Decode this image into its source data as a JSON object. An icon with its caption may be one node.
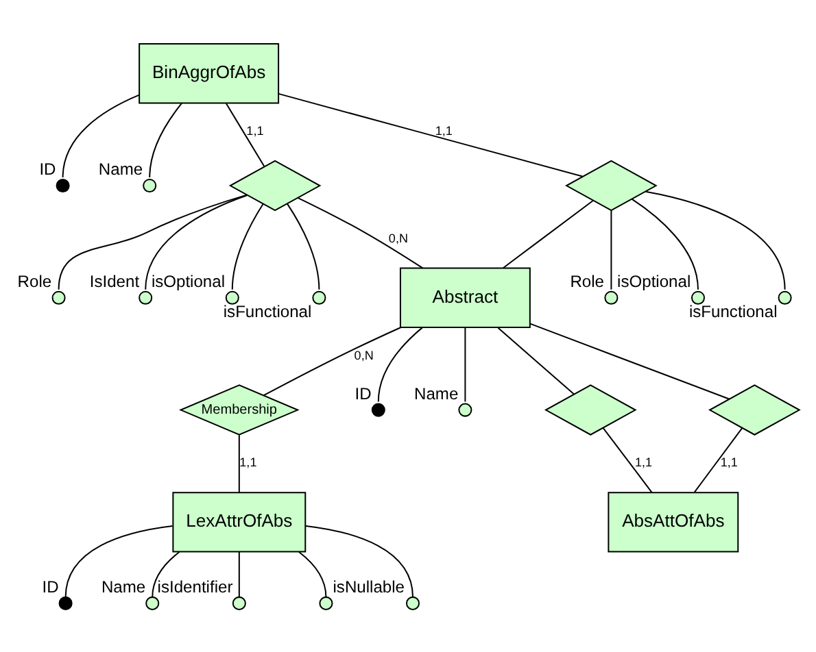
{
  "diagram": {
    "nodes": [
      {
        "text": [
          "BinAggrOfAbs"
        ]
      },
      {
        "text": [],
        "shape": "dot",
        "beside": [
          "ID"
        ]
      },
      {
        "text": [],
        "shape": "circle",
        "beside": [
          "Name"
        ]
      },
      {
        "text": [],
        "shape": "diamond"
      },
      {
        "text": [],
        "shape": "circle",
        "beside": [
          "Role"
        ]
      },
      {
        "text": [],
        "shape": "circle",
        "beside": [
          "IsIdent"
        ]
      },
      {
        "text": [],
        "shape": "circle",
        "beside": [
          "isOptional"
        ]
      },
      {
        "text": [],
        "shape": "circle",
        "beside": [
          "isFunctional"
        ]
      },
      {
        "text": [],
        "shape": "diamond"
      },
      {
        "text": [],
        "shape": "circle",
        "beside": [
          "Role"
        ]
      },
      {
        "text": [],
        "shape": "circle",
        "beside": [
          "isOptional"
        ]
      },
      {
        "text": [],
        "shape": "circle",
        "beside": [
          "isFunctional"
        ]
      },
      {
        "text": [
          "Abstract"
        ]
      },
      {
        "text": [
          "Membership"
        ]
      },
      {
        "text": [
          "LexAttrOfAbs"
        ]
      },
      {
        "text": [],
        "shape": "dot",
        "beside": [
          "ID"
        ]
      },
      {
        "text": [],
        "shape": "circle",
        "beside": [
          "Name"
        ]
      },
      {
        "text": [],
        "shape": "dot",
        "beside": [
          "ID"
        ]
      },
      {
        "text": [],
        "shape": "circle",
        "beside": [
          "Name"
        ]
      },
      {
        "text": [],
        "shape": "circle",
        "beside": [
          "isIdentifier"
        ]
      },
      {
        "text": [],
        "shape": "circle"
      },
      {
        "text": [],
        "shape": "circle",
        "beside": [
          "isNullable"
        ]
      },
      {
        "text": [],
        "shape": "diamond"
      },
      {
        "text": [],
        "shape": "diamond"
      },
      {
        "text": [
          "AbsAttOfAbs"
        ]
      }
    ],
    "edges": [
      {
        "from": 0,
        "to": 1,
        "arrow": "none"
      },
      {
        "from": 0,
        "to": 2,
        "arrow": "none"
      },
      {
        "from": 0,
        "to": 3,
        "arrow": "none",
        "label": "1,1"
      },
      {
        "from": 3,
        "to": 4,
        "arrow": "none"
      },
      {
        "from": 3,
        "to": 5,
        "arrow": "none"
      },
      {
        "from": 3,
        "to": 6,
        "arrow": "none"
      },
      {
        "from": 3,
        "to": 7,
        "arrow": "none"
      },
      {
        "from": 3,
        "to": 12,
        "arrow": "none",
        "label": "0,N"
      },
      {
        "from": 0,
        "to": 8,
        "arrow": "none",
        "label": "1,1"
      },
      {
        "from": 8,
        "to": 9,
        "arrow": "none"
      },
      {
        "from": 8,
        "to": 10,
        "arrow": "none"
      },
      {
        "from": 8,
        "to": 11,
        "arrow": "none"
      },
      {
        "from": 8,
        "to": 12,
        "arrow": "none"
      },
      {
        "from": 12,
        "to": 13,
        "arrow": "none",
        "label": "0,N"
      },
      {
        "from": 13,
        "to": 14,
        "arrow": "none",
        "label": "1,1"
      },
      {
        "from": 12,
        "to": 15,
        "arrow": "none"
      },
      {
        "from": 12,
        "to": 16,
        "arrow": "none"
      },
      {
        "from": 14,
        "to": 17,
        "arrow": "none"
      },
      {
        "from": 14,
        "to": 18,
        "arrow": "none"
      },
      {
        "from": 14,
        "to": 19,
        "arrow": "none"
      },
      {
        "from": 14,
        "to": 20,
        "arrow": "none"
      },
      {
        "from": 14,
        "to": 21,
        "arrow": "none"
      },
      {
        "from": 12,
        "to": 22,
        "arrow": "none"
      },
      {
        "from": 12,
        "to": 23,
        "arrow": "none"
      },
      {
        "from": 22,
        "to": 24,
        "arrow": "none",
        "label": "1,1"
      },
      {
        "from": 23,
        "to": 24,
        "arrow": "none",
        "label": "1,1"
      }
    ]
  }
}
